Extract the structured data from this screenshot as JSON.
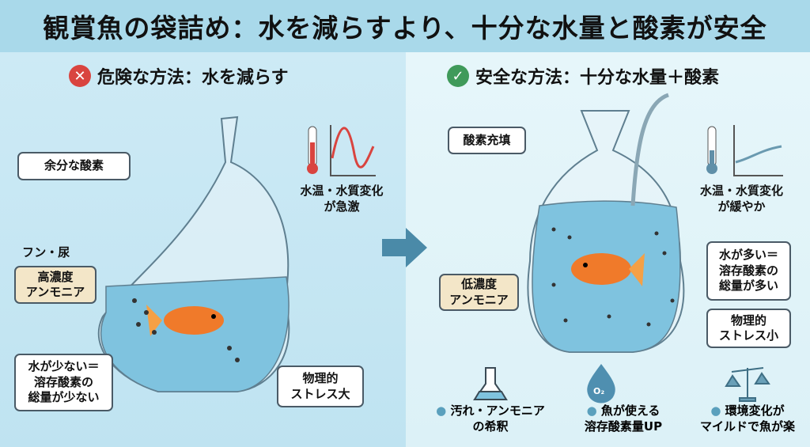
{
  "title": "観賞魚の袋詰め：水を減らすより、十分な水量と酸素が安全",
  "left": {
    "heading": "危険な方法：水を減らす",
    "icon": "x-circle-icon",
    "labels": {
      "excess_oxygen": "余分な酸素",
      "waste": "フン・尿",
      "ammonia": "高濃度\nアンモニア",
      "low_water": "水が少ない＝\n溶存酸素の\n総量が少ない",
      "stress": "物理的\nストレス大",
      "temp": "水温・水質変化\nが急激"
    }
  },
  "right": {
    "heading": "安全な方法：十分な水量＋酸素",
    "icon": "check-circle-icon",
    "labels": {
      "oxygen_fill": "酸素充填",
      "temp": "水温・水質変化\nが緩やか",
      "more_water": "水が多い＝\n溶存酸素の\n総量が多い",
      "ammonia": "低濃度\nアンモニア",
      "stress": "物理的\nストレス小"
    },
    "features": [
      {
        "icon": "flask-icon",
        "text": "汚れ・アンモニア\nの希釈"
      },
      {
        "icon": "oxygen-drop-icon",
        "text": "魚が使える\n溶存酸素量UP",
        "o2": "O₂"
      },
      {
        "icon": "scale-icon",
        "text": "環境変化が\nマイルドで魚が楽"
      }
    ]
  },
  "colors": {
    "danger": "#d9443f",
    "safe": "#3f9a5a",
    "water": "#7fc3df"
  }
}
